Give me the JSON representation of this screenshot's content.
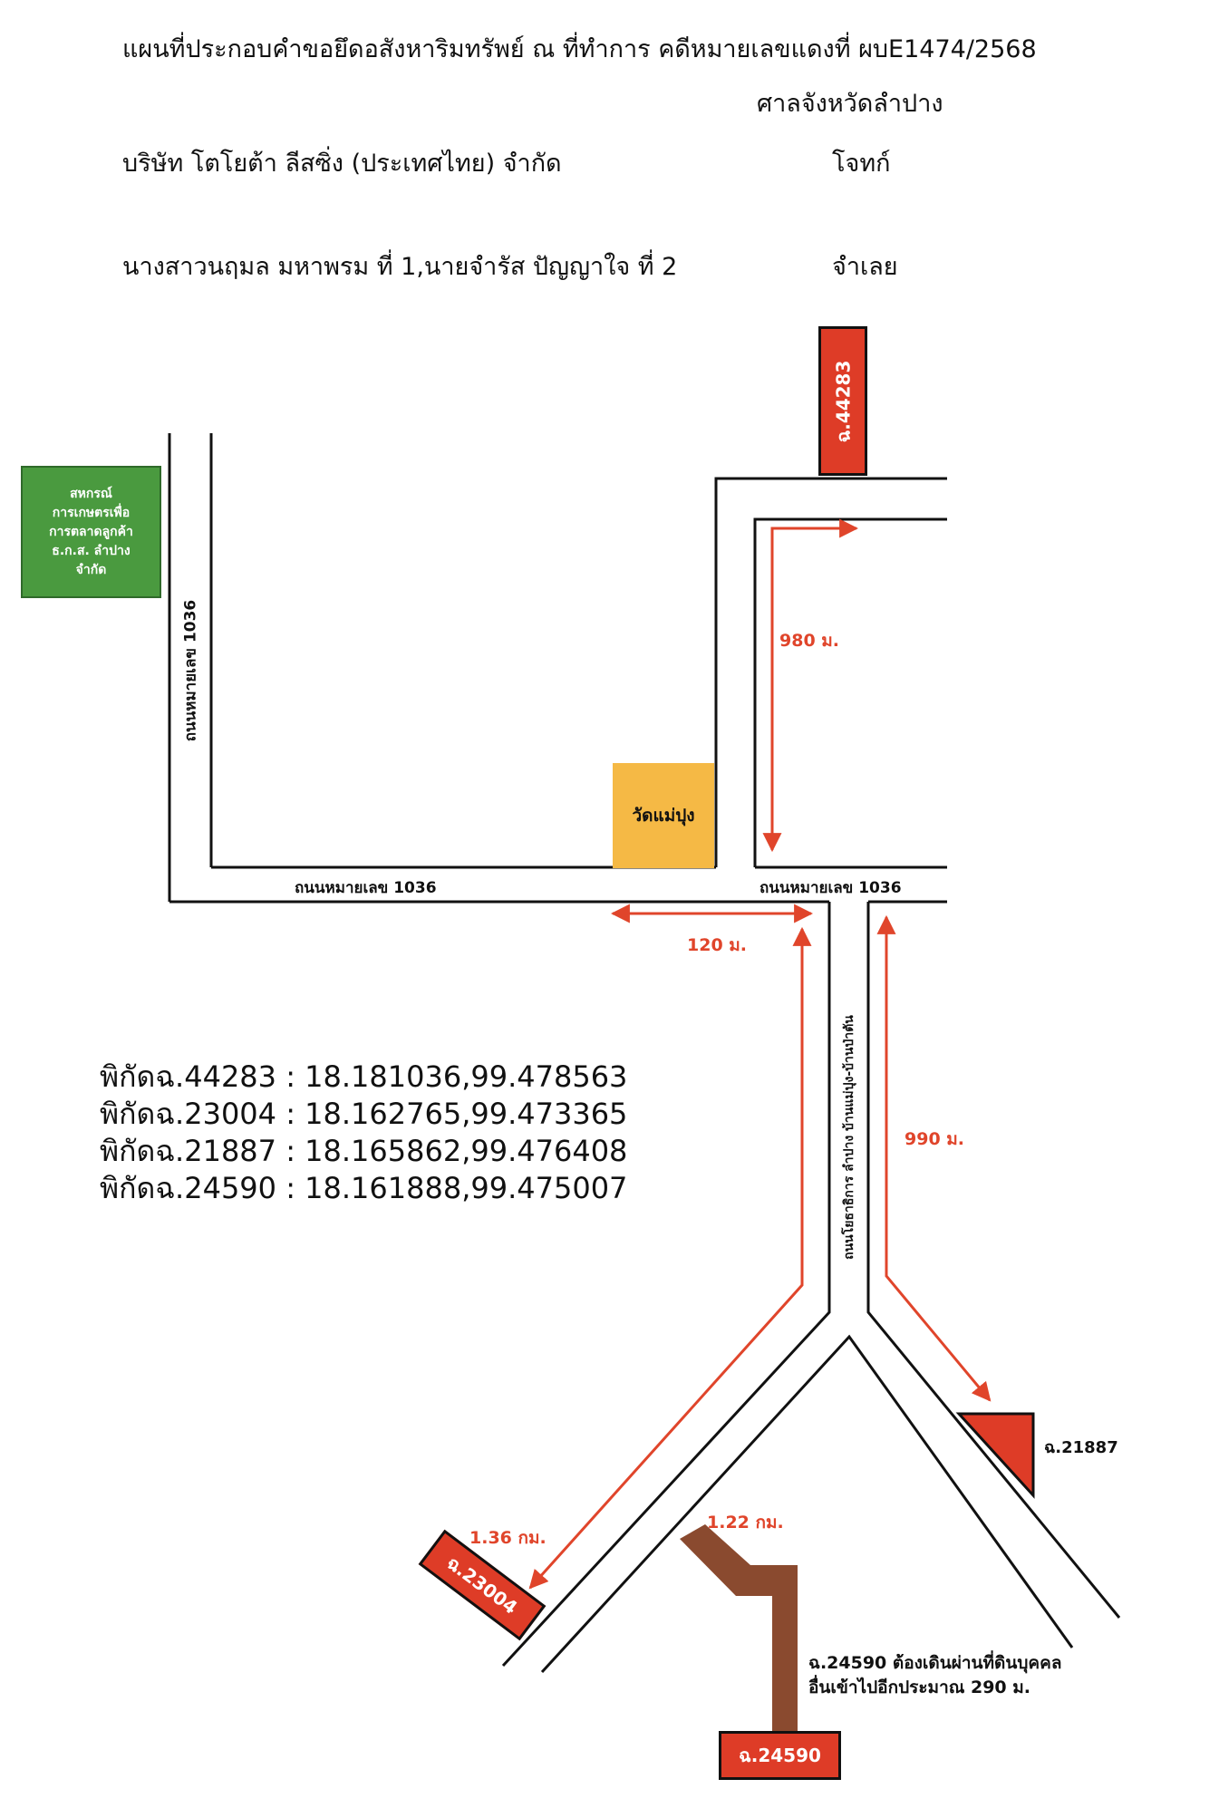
{
  "header": {
    "title": "แผนที่ประกอบคำขอยึดอสังหาริมทรัพย์ ณ ที่ทำการ คดีหมายเลขแดงที่ ผบE1474/2568",
    "court": "ศาลจังหวัดลำปาง",
    "plaintiff_name": "บริษัท โตโยต้า ลีสซิ่ง (ประเทศไทย) จำกัด",
    "plaintiff_role": "โจทก์",
    "defendant_name": "นางสาวนฤมล มหาพรม ที่ 1,นายจำรัส ปัญญาใจ ที่ 2",
    "defendant_role": "จำเลย"
  },
  "landmarks": {
    "cooperative": [
      "สหกรณ์",
      "การเกษตรเพื่อ",
      "การตลาดลูกค้า",
      "ธ.ก.ส. ลำปาง",
      "จำกัด"
    ],
    "temple": "วัดแม่ปุง"
  },
  "roads": {
    "vertical_left": "ถนนหมายเลข 1036",
    "horizontal_left": "ถนนหมายเลข 1036",
    "horizontal_right": "ถนนหมายเลข 1036",
    "south_road": "ถนนโยธาธิการ ลำปาง บ้านแม่ปุง-บ้านป่าตัน"
  },
  "parcels": {
    "p44283": "ฉ.44283",
    "p23004": "ฉ.23004",
    "p21887": "ฉ.21887",
    "p24590": "ฉ.24590"
  },
  "distances": {
    "d980": "980 ม.",
    "d120": "120 ม.",
    "d990": "990 ม.",
    "d136": "1.36 กม.",
    "d122": "1.22 กม."
  },
  "note": [
    "ฉ.24590 ต้องเดินผ่านที่ดินบุคคล",
    "อื่นเข้าไปอีกประมาณ 290 ม."
  ],
  "coordinates": [
    "พิกัดฉ.44283 : 18.181036,99.478563",
    "พิกัดฉ.23004 : 18.162765,99.473365",
    "พิกัดฉ.21887 : 18.165862,99.476408",
    "พิกัดฉ.24590 : 18.161888,99.475007"
  ],
  "colors": {
    "route": "#e0452b",
    "parcel": "#de3c27",
    "cooperative": "#4a9a3f",
    "temple": "#f5b945",
    "access_path": "#8a4a2f"
  }
}
